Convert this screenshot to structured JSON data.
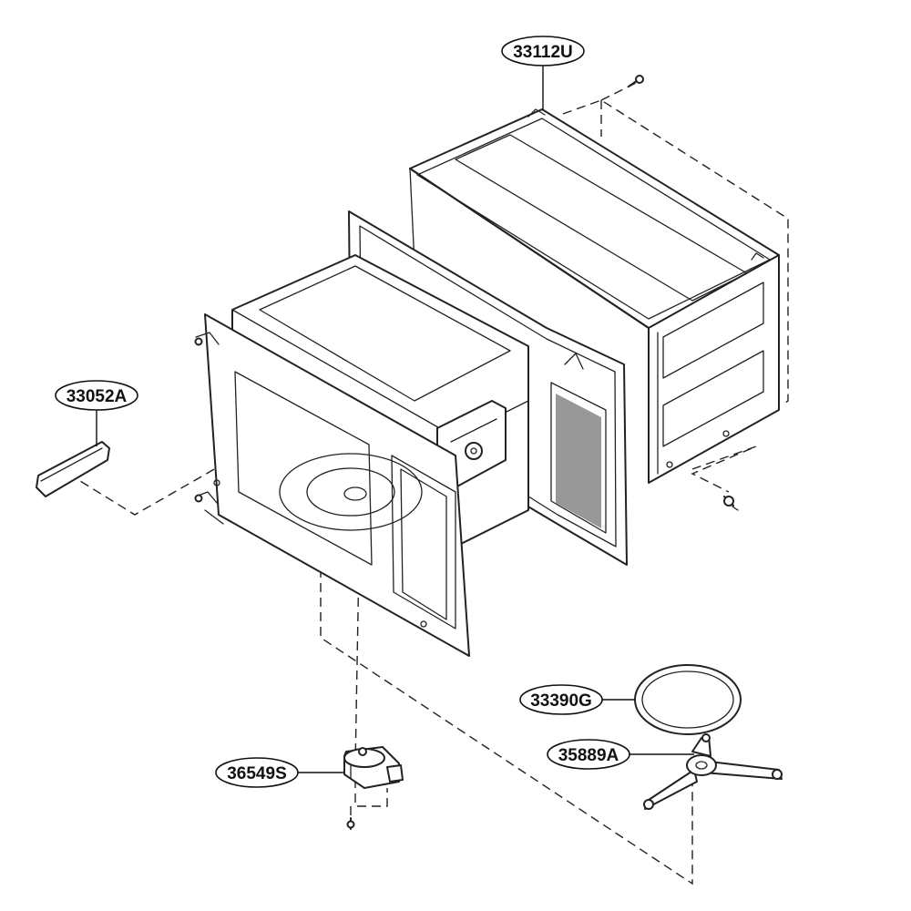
{
  "parts": [
    {
      "id": "cabinet",
      "label": "33112U"
    },
    {
      "id": "lamp-cover",
      "label": "33052A"
    },
    {
      "id": "roller-ring",
      "label": "33390G"
    },
    {
      "id": "coupler",
      "label": "35889A"
    },
    {
      "id": "turntable-motor",
      "label": "36549S"
    }
  ]
}
